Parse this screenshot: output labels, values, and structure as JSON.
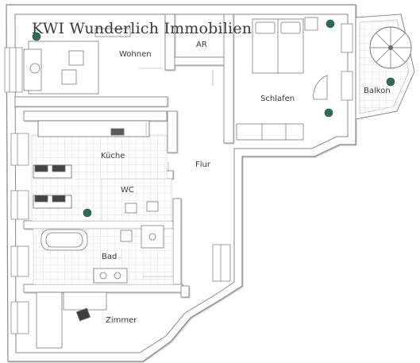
{
  "title": "KWI Wunderlich Immobilien",
  "rooms": {
    "wohnen": "Wohnen",
    "ar": "AR",
    "schlafen": "Schlafen",
    "balkon": "Balkon",
    "kueche": "Küche",
    "flur": "Flur",
    "wc": "WC",
    "bad": "Bad",
    "zimmer": "Zimmer"
  },
  "colors": {
    "wall": "#ffffff",
    "wall_edge": "#8a8a8a",
    "floor_tile": "#d9d9d9",
    "plant": "#2e6b5a",
    "furniture": "#7a7a7a"
  }
}
